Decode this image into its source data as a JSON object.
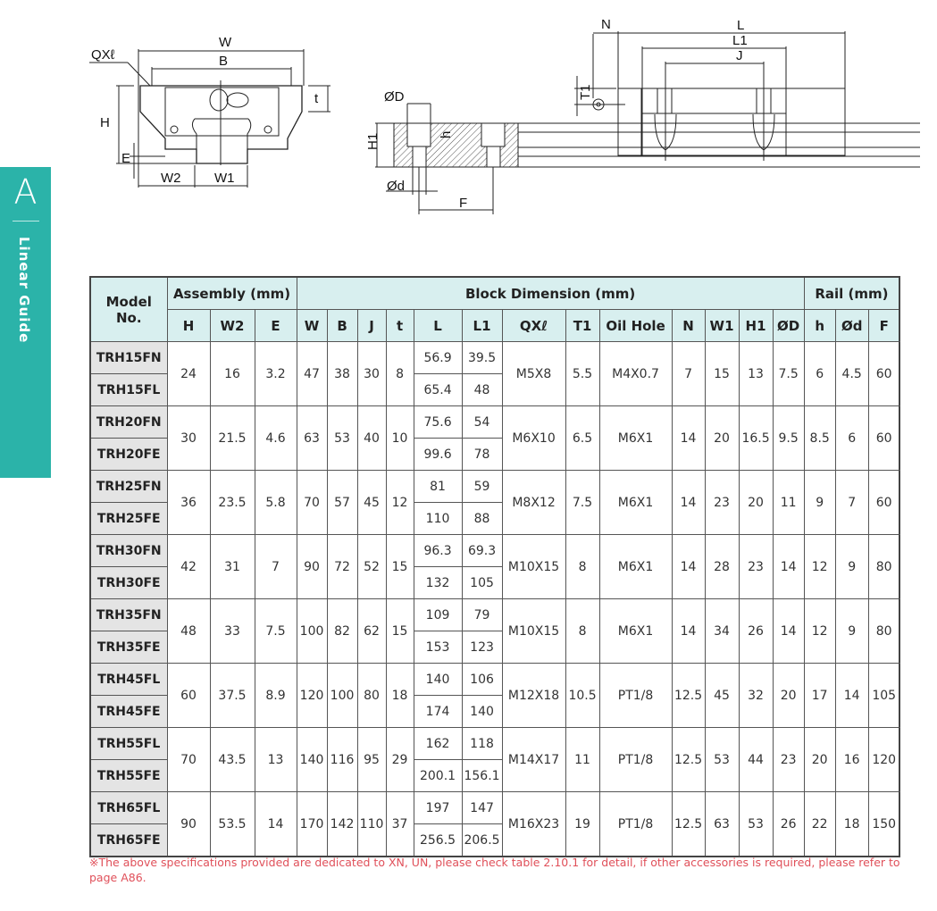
{
  "sidebar": {
    "letter": "A",
    "label": "Linear Guide"
  },
  "drawing_labels": {
    "front": {
      "W": "W",
      "B": "B",
      "QXl": "QXℓ",
      "H": "H",
      "E": "E",
      "W2": "W2",
      "W1": "W1",
      "t": "t"
    },
    "section": {
      "D": "ØD",
      "H1": "H1",
      "h": "h",
      "d": "Ød",
      "F": "F"
    },
    "side": {
      "N": "N",
      "L": "L",
      "L1": "L1",
      "J": "J",
      "T1": "T1"
    }
  },
  "table": {
    "group_headers": {
      "model": "Model No.",
      "assembly": "Assembly (mm)",
      "block": "Block Dimension (mm)",
      "rail": "Rail (mm)"
    },
    "columns": [
      "H",
      "W2",
      "E",
      "W",
      "B",
      "J",
      "t",
      "L",
      "L1",
      "QXℓ",
      "T1",
      "Oil Hole",
      "N",
      "W1",
      "H1",
      "ØD",
      "h",
      "Ød",
      "F"
    ],
    "groups": [
      {
        "models": [
          "TRH15FN",
          "TRH15FL"
        ],
        "H": "24",
        "W2": "16",
        "E": "3.2",
        "W": "47",
        "B": "38",
        "J": "30",
        "t": "8",
        "L": [
          "56.9",
          "65.4"
        ],
        "L1": [
          "39.5",
          "48"
        ],
        "QXl": "M5X8",
        "T1": "5.5",
        "oil": "M4X0.7",
        "N": "7",
        "W1": "15",
        "H1": "13",
        "D": "7.5",
        "h": "6",
        "d": "4.5",
        "F": "60"
      },
      {
        "models": [
          "TRH20FN",
          "TRH20FE"
        ],
        "H": "30",
        "W2": "21.5",
        "E": "4.6",
        "W": "63",
        "B": "53",
        "J": "40",
        "t": "10",
        "L": [
          "75.6",
          "99.6"
        ],
        "L1": [
          "54",
          "78"
        ],
        "QXl": "M6X10",
        "T1": "6.5",
        "oil": "M6X1",
        "N": "14",
        "W1": "20",
        "H1": "16.5",
        "D": "9.5",
        "h": "8.5",
        "d": "6",
        "F": "60"
      },
      {
        "models": [
          "TRH25FN",
          "TRH25FE"
        ],
        "H": "36",
        "W2": "23.5",
        "E": "5.8",
        "W": "70",
        "B": "57",
        "J": "45",
        "t": "12",
        "L": [
          "81",
          "110"
        ],
        "L1": [
          "59",
          "88"
        ],
        "QXl": "M8X12",
        "T1": "7.5",
        "oil": "M6X1",
        "N": "14",
        "W1": "23",
        "H1": "20",
        "D": "11",
        "h": "9",
        "d": "7",
        "F": "60"
      },
      {
        "models": [
          "TRH30FN",
          "TRH30FE"
        ],
        "H": "42",
        "W2": "31",
        "E": "7",
        "W": "90",
        "B": "72",
        "J": "52",
        "t": "15",
        "L": [
          "96.3",
          "132"
        ],
        "L1": [
          "69.3",
          "105"
        ],
        "QXl": "M10X15",
        "T1": "8",
        "oil": "M6X1",
        "N": "14",
        "W1": "28",
        "H1": "23",
        "D": "14",
        "h": "12",
        "d": "9",
        "F": "80"
      },
      {
        "models": [
          "TRH35FN",
          "TRH35FE"
        ],
        "H": "48",
        "W2": "33",
        "E": "7.5",
        "W": "100",
        "B": "82",
        "J": "62",
        "t": "15",
        "L": [
          "109",
          "153"
        ],
        "L1": [
          "79",
          "123"
        ],
        "QXl": "M10X15",
        "T1": "8",
        "oil": "M6X1",
        "N": "14",
        "W1": "34",
        "H1": "26",
        "D": "14",
        "h": "12",
        "d": "9",
        "F": "80"
      },
      {
        "models": [
          "TRH45FL",
          "TRH45FE"
        ],
        "H": "60",
        "W2": "37.5",
        "E": "8.9",
        "W": "120",
        "B": "100",
        "J": "80",
        "t": "18",
        "L": [
          "140",
          "174"
        ],
        "L1": [
          "106",
          "140"
        ],
        "QXl": "M12X18",
        "T1": "10.5",
        "oil": "PT1/8",
        "N": "12.5",
        "W1": "45",
        "H1": "32",
        "D": "20",
        "h": "17",
        "d": "14",
        "F": "105"
      },
      {
        "models": [
          "TRH55FL",
          "TRH55FE"
        ],
        "H": "70",
        "W2": "43.5",
        "E": "13",
        "W": "140",
        "B": "116",
        "J": "95",
        "t": "29",
        "L": [
          "162",
          "200.1"
        ],
        "L1": [
          "118",
          "156.1"
        ],
        "QXl": "M14X17",
        "T1": "11",
        "oil": "PT1/8",
        "N": "12.5",
        "W1": "53",
        "H1": "44",
        "D": "23",
        "h": "20",
        "d": "16",
        "F": "120"
      },
      {
        "models": [
          "TRH65FL",
          "TRH65FE"
        ],
        "H": "90",
        "W2": "53.5",
        "E": "14",
        "W": "170",
        "B": "142",
        "J": "110",
        "t": "37",
        "L": [
          "197",
          "256.5"
        ],
        "L1": [
          "147",
          "206.5"
        ],
        "QXl": "M16X23",
        "T1": "19",
        "oil": "PT1/8",
        "N": "12.5",
        "W1": "63",
        "H1": "53",
        "D": "26",
        "h": "22",
        "d": "18",
        "F": "150"
      }
    ]
  },
  "note": "※The above specifications provided are dedicated to XN, UN, please check table 2.10.1 for detail, if other accessories is required, please refer to page A86.",
  "colors": {
    "accent": "#2bb3a9",
    "header_bg": "#d8efef",
    "model_bg": "#e4e4e4",
    "note": "#e0505a"
  }
}
